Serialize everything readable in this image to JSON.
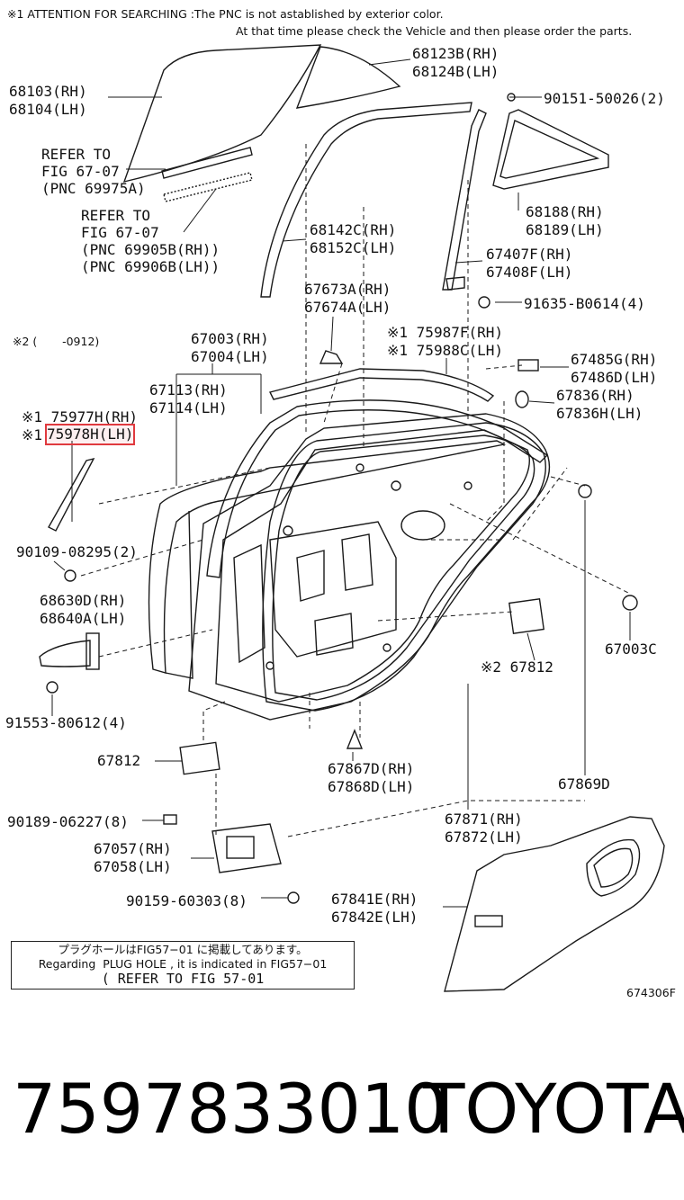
{
  "header": {
    "attention_line1": "※1 ATTENTION FOR SEARCHING :The PNC is not astablished by exterior color.",
    "attention_line2": "At that time please check the Vehicle and then please order the parts.",
    "note2": "※2 (       -0912)"
  },
  "labels": {
    "p68103": "68103(RH)",
    "p68104": "68104(LH)",
    "p68123b": "68123B(RH)",
    "p68124b": "68124B(LH)",
    "p90151": "90151-50026(2)",
    "refer1_a": "REFER TO",
    "refer1_b": "FIG 67-07",
    "refer1_c": "(PNC 69975A)",
    "refer2_a": "REFER TO",
    "refer2_b": "FIG 67-07",
    "refer2_c": "(PNC 69905B(RH))",
    "refer2_d": "(PNC 69906B(LH))",
    "p68142c": "68142C(RH)",
    "p68152c": "68152C(LH)",
    "p68188": "68188(RH)",
    "p68189": "68189(LH)",
    "p67407f": "67407F(RH)",
    "p67408f": "67408F(LH)",
    "p91635": "91635-B0614(4)",
    "p67673a": "67673A(RH)",
    "p67674a": "67674A(LH)",
    "p67003": "67003(RH)",
    "p67004": "67004(LH)",
    "p75987f": "※1 75987F(RH)",
    "p75988c": "※1 75988C(LH)",
    "p67485g": "67485G(RH)",
    "p67486d": "67486D(LH)",
    "p67113": "67113(RH)",
    "p67114": "67114(LH)",
    "p67836": "67836(RH)",
    "p67836h": "67836H(LH)",
    "p75977h": "※1 75977H(RH)",
    "p75978h_mark": "※1",
    "p75978h": "75978H(LH)",
    "p90109": "90109-08295(2)",
    "p68630d": "68630D(RH)",
    "p68640a": "68640A(LH)",
    "p67003c": "67003C",
    "p67812a": "※2 67812",
    "p91553": "91553-80612(4)",
    "p67812b": "67812",
    "p67867d": "67867D(RH)",
    "p67868d": "67868D(LH)",
    "p67869d": "67869D",
    "p90189": "90189-06227(8)",
    "p67871": "67871(RH)",
    "p67872": "67872(LH)",
    "p67057": "67057(RH)",
    "p67058": "67058(LH)",
    "p90159": "90159-60303(8)",
    "p67841e": "67841E(RH)",
    "p67842e": "67842E(LH)",
    "fig_code": "674306F"
  },
  "plug_note": {
    "line1": "プラグホールはFIG57−01 に掲載してあります。",
    "line2": "Regarding  PLUG HOLE , it is indicated in FIG57−01",
    "line3": "( REFER TO FIG 57-01"
  },
  "footer": {
    "part_number": "7597833010",
    "brand": "TOYOTA"
  },
  "colors": {
    "highlight": "#e0393e",
    "ink": "#111111"
  }
}
